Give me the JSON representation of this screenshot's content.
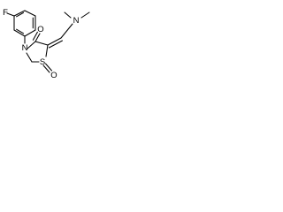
{
  "molecule": {
    "atoms": {
      "fluorine": "F",
      "ring_nitrogen": "N",
      "amine_nitrogen": "N",
      "carbonyl_oxygen": "O",
      "ring_sulfur": "S",
      "sulfoxide_oxygen": "O"
    },
    "colors": {
      "bond": "#000000",
      "label": "#000000",
      "background": "#ffffff"
    }
  }
}
